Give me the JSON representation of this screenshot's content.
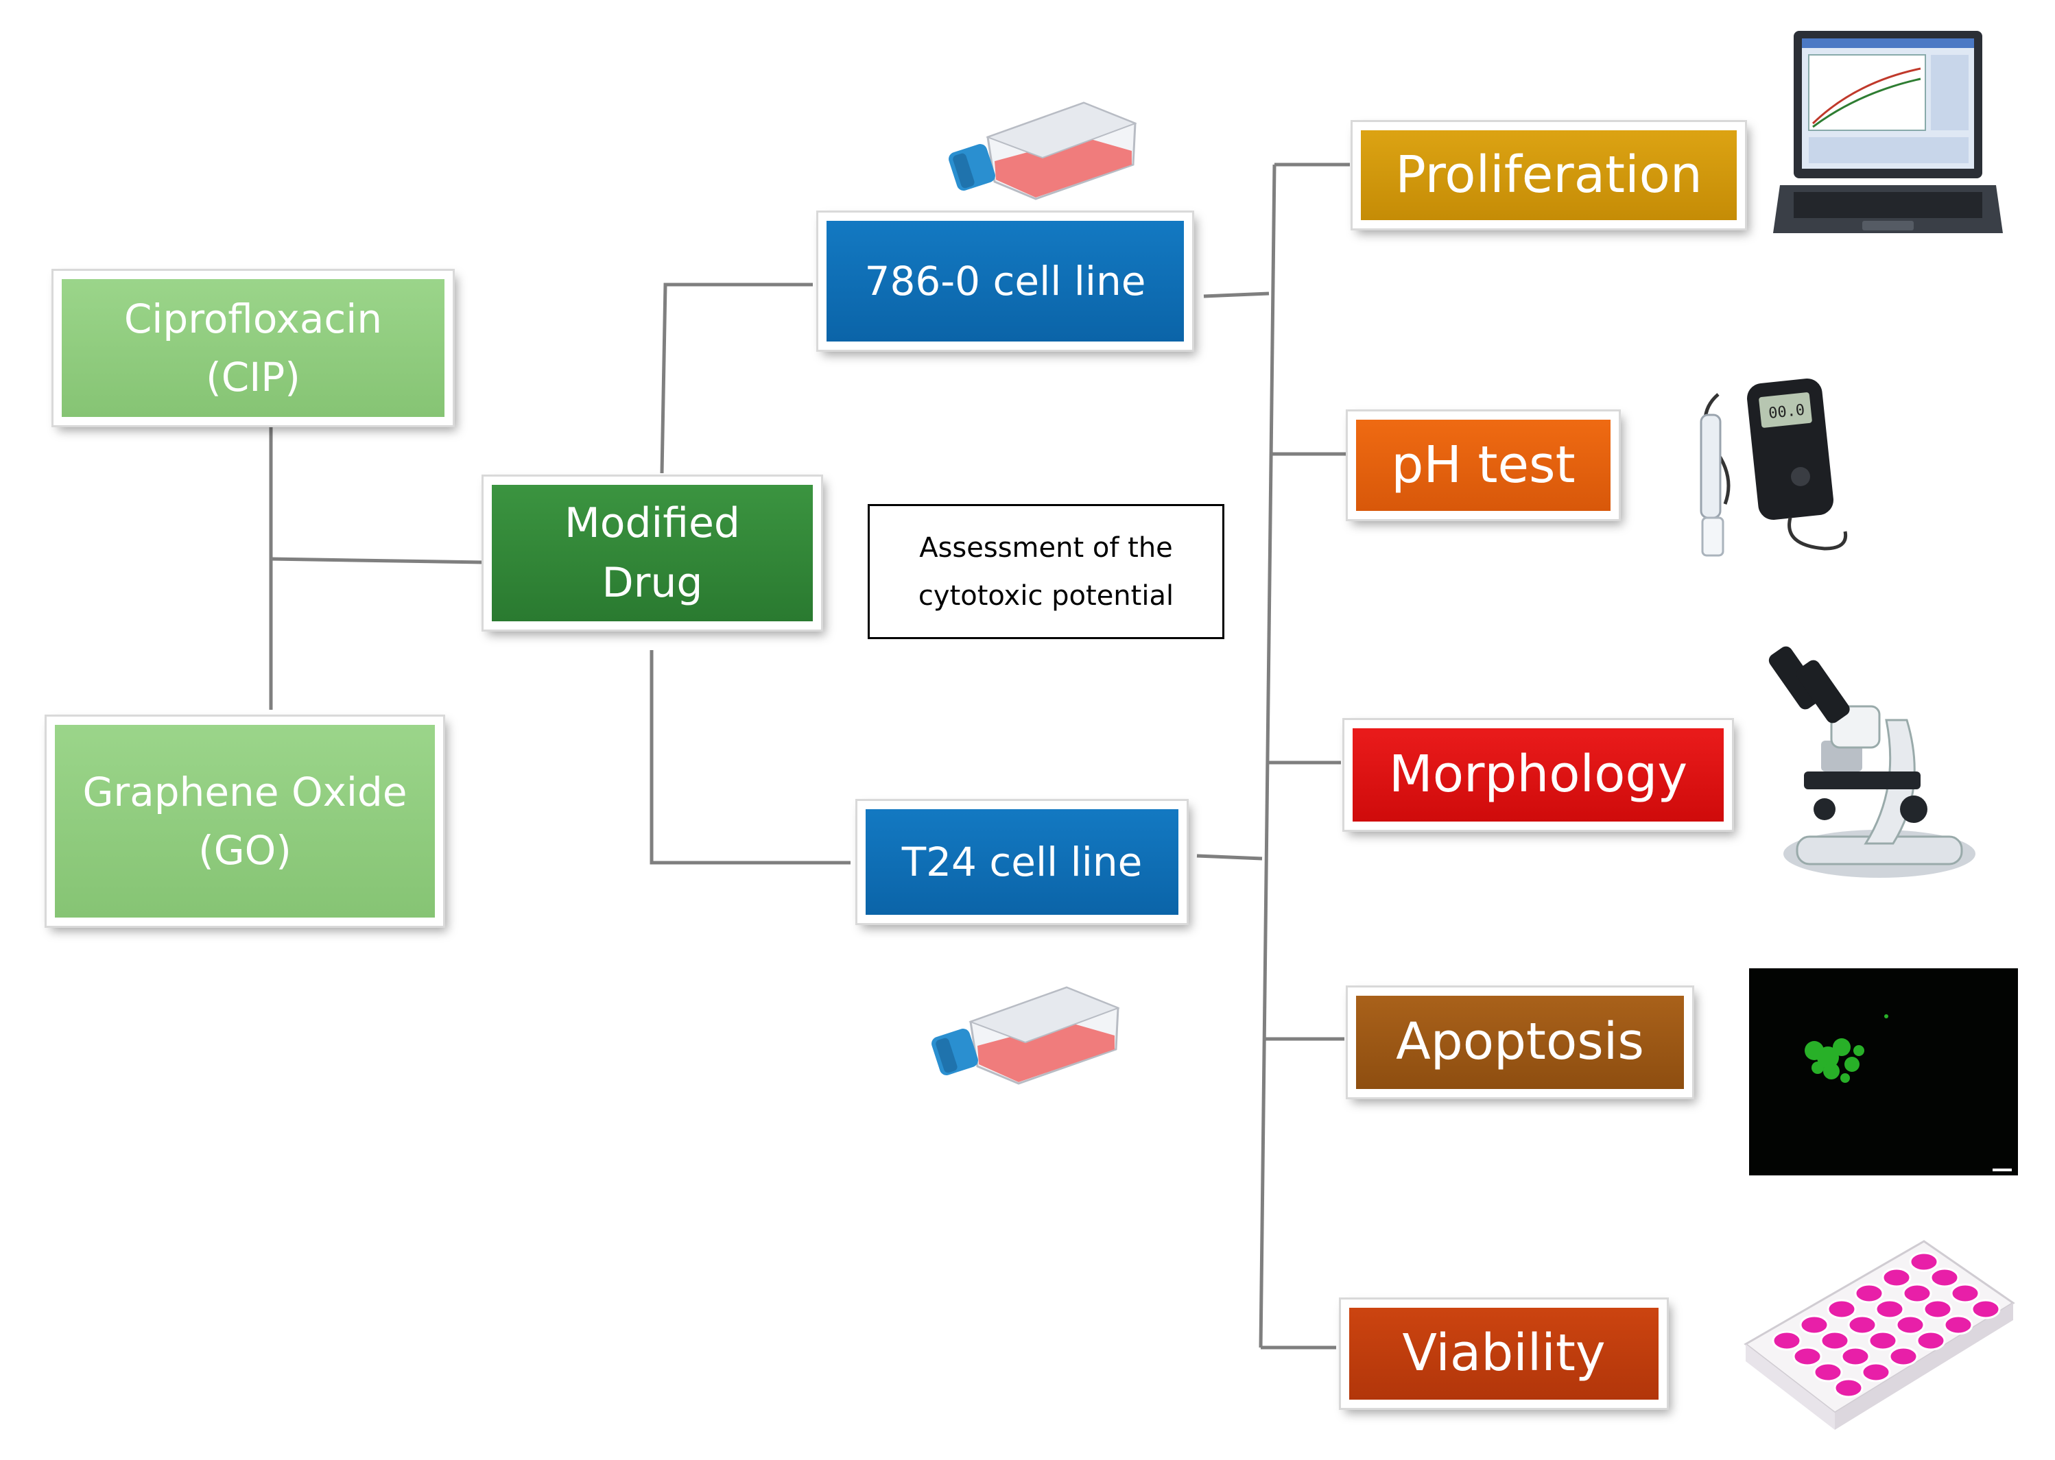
{
  "inputs": {
    "ciprofloxacin": "Ciprofloxacin\n(CIP)",
    "graphene_oxide": "Graphene Oxide\n(GO)"
  },
  "modified_drug": "Modified\nDrug",
  "cell_lines": {
    "line_786": "786-0 cell line",
    "line_t24": "T24 cell line"
  },
  "assessment_note": "Assessment of the\ncytotoxic potential",
  "assays": {
    "proliferation": "Proliferation",
    "ph_test": "pH test",
    "morphology": "Morphology",
    "apoptosis": "Apoptosis",
    "viability": "Viability"
  },
  "colors": {
    "input_green": "#8ccc79",
    "drug_green": "#2f8436",
    "cell_line_blue": "#0f6fb7",
    "proliferation": "#d09608",
    "ph_test": "#e3600d",
    "morphology": "#dd1010",
    "apoptosis": "#9a5614",
    "viability": "#be3d0c",
    "connector": "#7f7f7f"
  },
  "icons": [
    "culture-flask-icon",
    "laptop-icon",
    "ph-meter-icon",
    "microscope-icon",
    "fluorescence-image",
    "well-plate-icon"
  ]
}
